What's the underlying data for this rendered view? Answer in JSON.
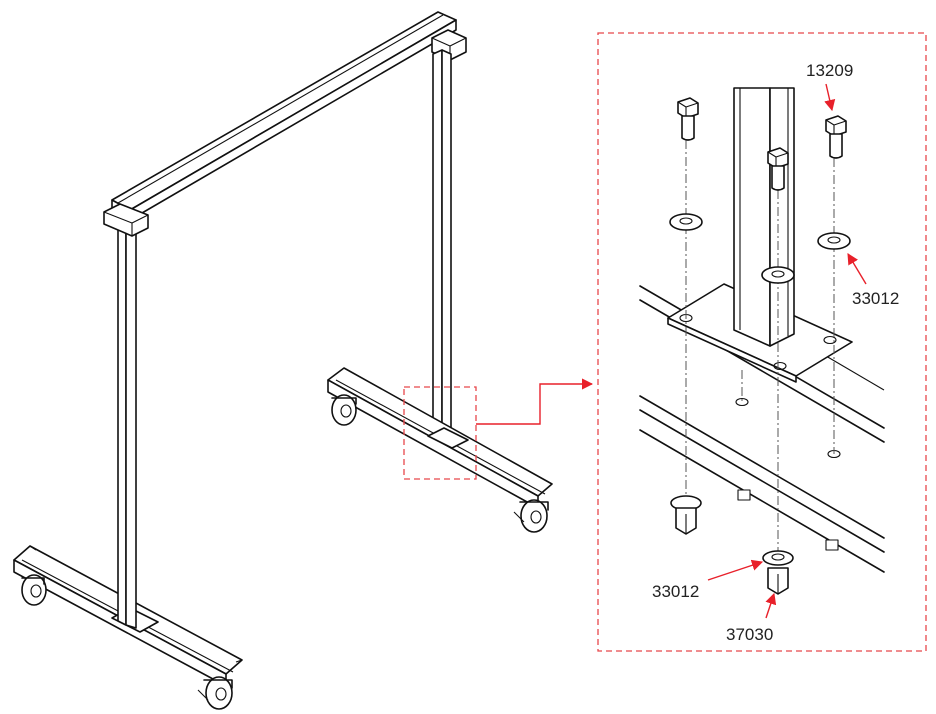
{
  "figure": {
    "callouts": [
      {
        "part": "13209",
        "component": "bolt"
      },
      {
        "part": "33012",
        "component": "washer-top"
      },
      {
        "part": "33012",
        "component": "washer-bottom"
      },
      {
        "part": "37030",
        "component": "nut"
      }
    ],
    "colors": {
      "line": "#111111",
      "callout_red": "#e8202a",
      "detail_border": "#e8474b",
      "background": "#ffffff"
    }
  }
}
